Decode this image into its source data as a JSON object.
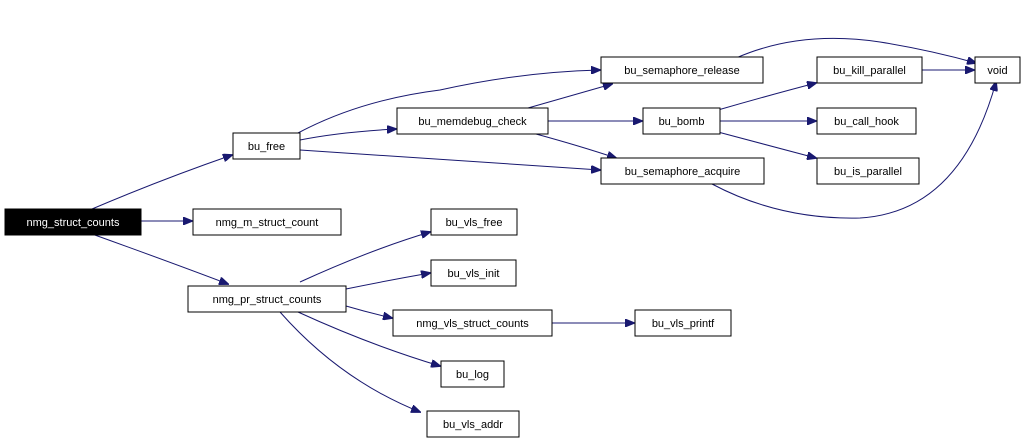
{
  "colors": {
    "edge": "#191970",
    "root_fill": "#000000",
    "root_text": "#ffffff"
  },
  "nodes": {
    "nmg_struct_counts": "nmg_struct_counts",
    "bu_free": "bu_free",
    "nmg_m_struct_count": "nmg_m_struct_count",
    "nmg_pr_struct_counts": "nmg_pr_struct_counts",
    "bu_memdebug_check": "bu_memdebug_check",
    "bu_semaphore_release": "bu_semaphore_release",
    "bu_semaphore_acquire": "bu_semaphore_acquire",
    "bu_bomb": "bu_bomb",
    "bu_kill_parallel": "bu_kill_parallel",
    "bu_call_hook": "bu_call_hook",
    "bu_is_parallel": "bu_is_parallel",
    "void": "void",
    "bu_vls_free": "bu_vls_free",
    "bu_vls_init": "bu_vls_init",
    "nmg_vls_struct_counts": "nmg_vls_struct_counts",
    "bu_vls_printf": "bu_vls_printf",
    "bu_log": "bu_log",
    "bu_vls_addr": "bu_vls_addr"
  }
}
